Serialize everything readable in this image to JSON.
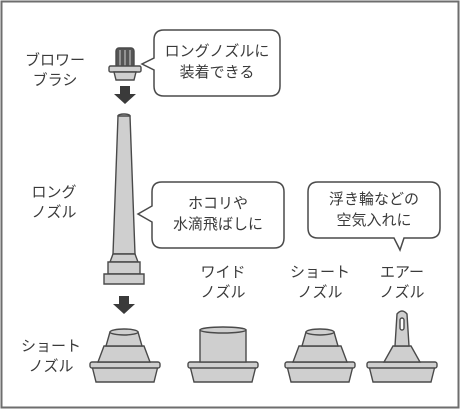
{
  "labels": {
    "blower_brush": [
      "ブロワー",
      "ブラシ"
    ],
    "long_nozzle": [
      "ロング",
      "ノズル"
    ],
    "short_nozzle_left": [
      "ショート",
      "ノズル"
    ],
    "wide_nozzle": [
      "ワイド",
      "ノズル"
    ],
    "short_nozzle": [
      "ショート",
      "ノズル"
    ],
    "air_nozzle": [
      "エアー",
      "ノズル"
    ]
  },
  "callouts": {
    "long_nozzle_note": [
      "ロングノズルに",
      "装着できる"
    ],
    "dust_note": [
      "ホコリや",
      "水滴飛ばしに"
    ],
    "air_note": [
      "浮き輪などの",
      "空気入れに"
    ]
  },
  "colors": {
    "frame": "#6e6e6e",
    "part_fill": "#cfcfcf",
    "part_stroke": "#4a4a4a",
    "arrow": "#3a3a3a"
  }
}
